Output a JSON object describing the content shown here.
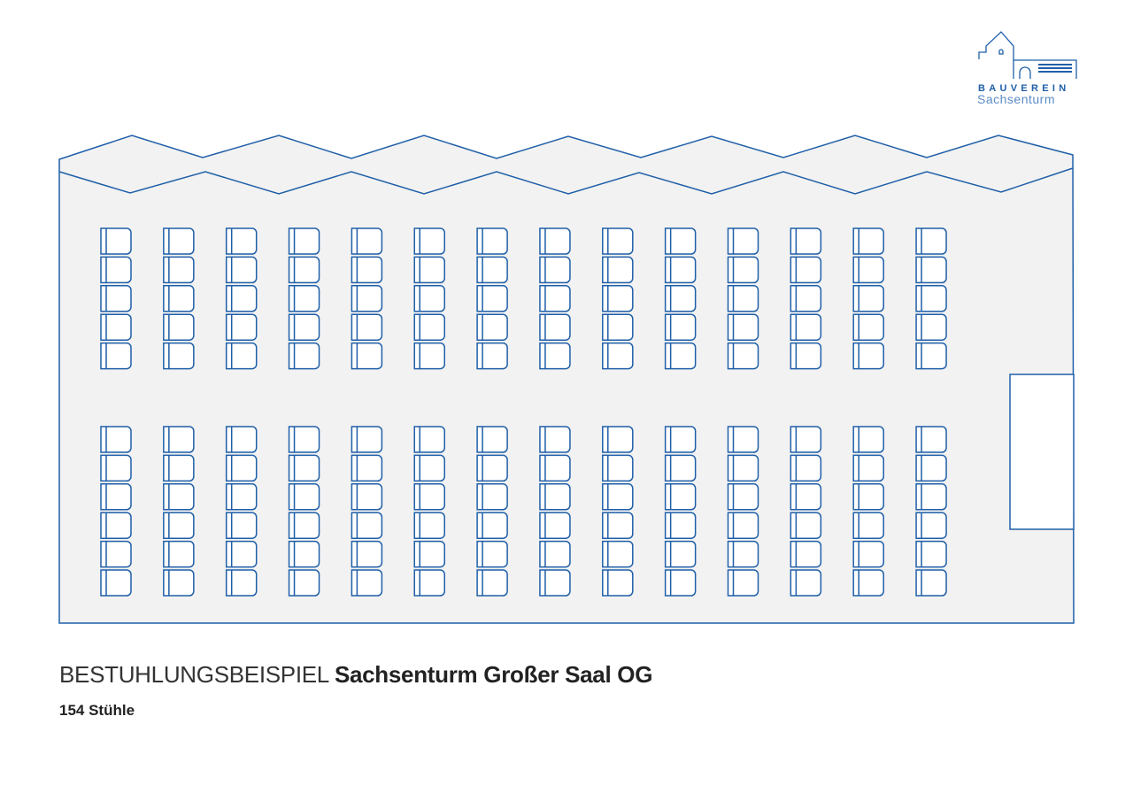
{
  "logo": {
    "line1": "BAUVEREIN",
    "line2": "Sachsenturm"
  },
  "title": {
    "prefix": "BESTUHLUNGSBEISPIEL",
    "name": "Sachsenturm Großer Saal OG"
  },
  "subtitle": "154 Stühle",
  "seating": {
    "columns": 14,
    "blocks": [
      {
        "rows": 5
      },
      {
        "rows": 6
      }
    ],
    "total_chairs": 154
  },
  "colors": {
    "line": "#1f5fa8",
    "floor": "#f2f2f2"
  }
}
